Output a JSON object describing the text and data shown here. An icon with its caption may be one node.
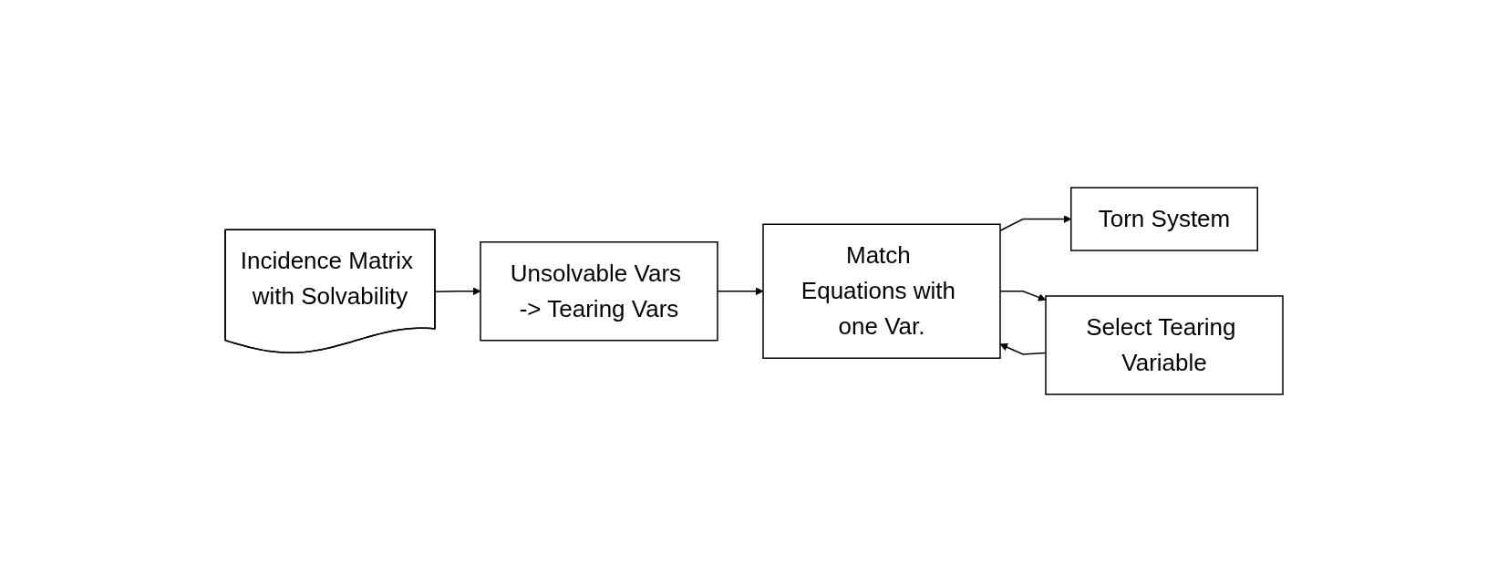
{
  "diagram": {
    "nodes": [
      {
        "text": [
          "Incidence Matrix with Solvability"
        ]
      },
      {
        "text": [
          "Unsolvable Vars -> Tearing Vars"
        ]
      },
      {
        "text": [
          "Match Equations with one Var."
        ]
      },
      {
        "text": [
          "Torn System"
        ]
      },
      {
        "text": [
          "Select Tearing Variable"
        ]
      }
    ],
    "edges": [
      {
        "from": 0,
        "to": 1,
        "arrow": "to"
      },
      {
        "from": 1,
        "to": 2,
        "arrow": "to"
      },
      {
        "from": 2,
        "to": 3,
        "arrow": "to"
      },
      {
        "from": 2,
        "to": 4,
        "arrow": "to"
      },
      {
        "from": 4,
        "to": 2,
        "arrow": "to"
      }
    ]
  }
}
